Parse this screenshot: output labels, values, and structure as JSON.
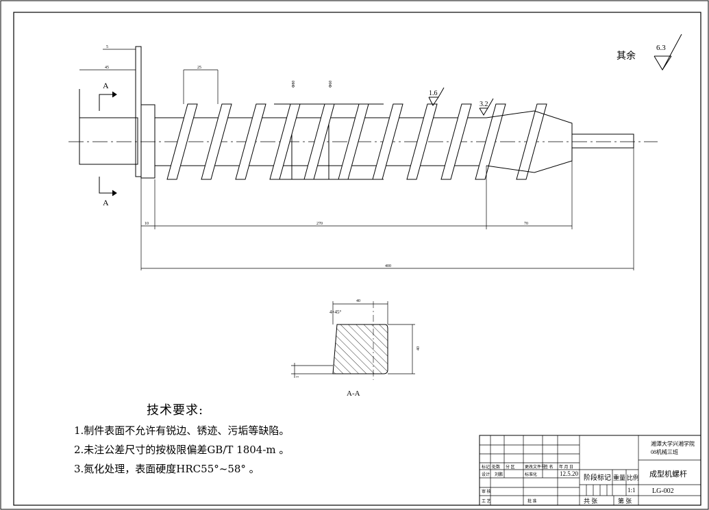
{
  "surface_finish": {
    "label": "其余",
    "value": "6.3"
  },
  "roughness_marks": [
    "1.6",
    "3.2"
  ],
  "section_marks": [
    "A",
    "A"
  ],
  "dimensions": {
    "d5": "5",
    "d45": "45",
    "d25": "25",
    "d_top1": "Φ80",
    "d_top2": "Φ60",
    "d10": "10",
    "d270": "270",
    "d70": "70",
    "d400": "400",
    "sec_width": "40",
    "sec_chamfer": "4×45°",
    "sec_height": "40",
    "sec_gap": "1"
  },
  "section_label": "A-A",
  "tech": {
    "title": "技术要求:",
    "lines": [
      "1.制件表面不允许有锐边、锈迹、污垢等缺陷。",
      "2.未注公差尺寸的按极限偏差GB/T 1804-m      。",
      "3.氮化处理，表面硬度HRC55°~58°   。"
    ]
  },
  "title_block": {
    "school": "湘潭大学兴湘学院",
    "class": "08机械三班",
    "part_name": "成型机螺杆",
    "drawing_no": "LG-002",
    "scale": "1:1",
    "date": "12.5.20",
    "stage": "阶段标记",
    "weight": "重量",
    "ratio": "比例",
    "total": "共 张",
    "sheet": "第 张",
    "h_mark": "标记",
    "h_count": "处数",
    "h_zone": "分 区",
    "h_doc": "更改文件号",
    "h_sign": "签 名",
    "h_date": "年 月 日",
    "r_design": "设计",
    "r_designer": "刘鹏",
    "r_std": "标准化",
    "r_check": "审 核",
    "r_process": "工 艺",
    "r_approve": "批 准"
  }
}
